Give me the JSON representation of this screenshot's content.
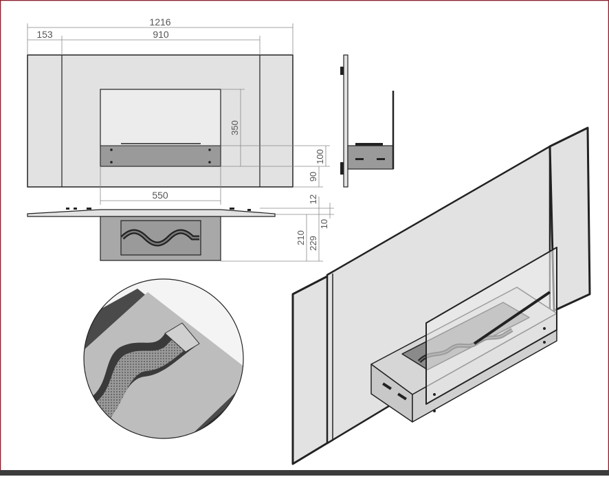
{
  "dimensions": {
    "overall_width": "1216",
    "side_panel_width": "153",
    "center_panel_width": "910",
    "glass_height": "350",
    "burner_width": "550",
    "burner_box_height": "100",
    "bottom_offset": "90",
    "top_offset": "12",
    "panel_thickness": "10",
    "burner_depth": "210",
    "total_depth": "229"
  },
  "colors": {
    "frame": "#8b1a2b",
    "panel": "#e2e2e2",
    "outline": "#222222",
    "dim_line": "#888888",
    "dim_text": "#555555",
    "burner": "#9a9a9a",
    "footer": "#3c3c3c"
  }
}
